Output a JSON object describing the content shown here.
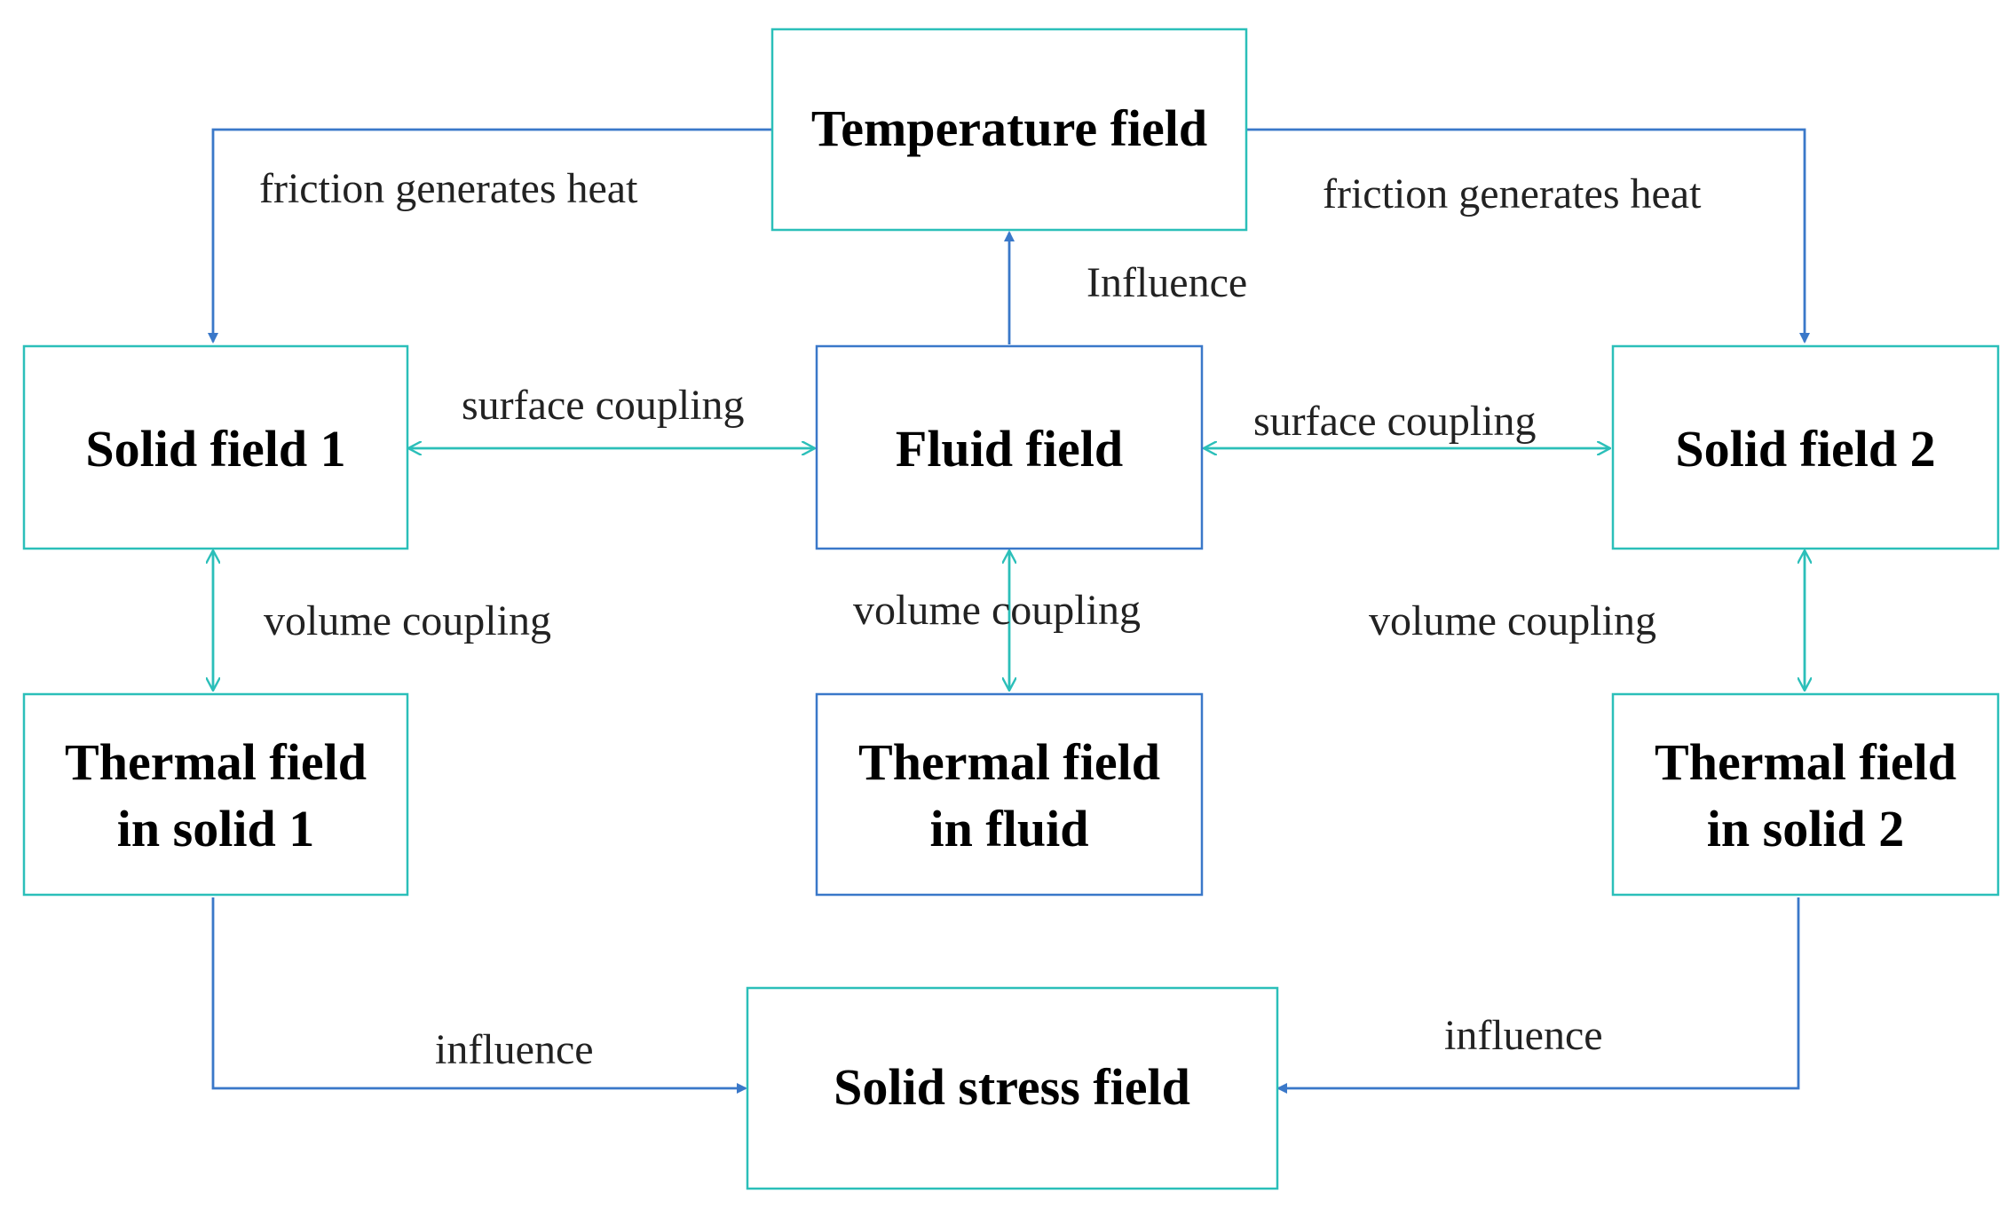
{
  "colors": {
    "box_border": "#2bbfb9",
    "box_border_blue": "#3a78c9",
    "arrow_blue": "#3a78c9",
    "arrow_teal": "#2bbfb9",
    "text": "#000000"
  },
  "nodes": {
    "temperature": {
      "label": "Temperature field"
    },
    "solid1": {
      "label": "Solid field 1"
    },
    "fluid": {
      "label": "Fluid field"
    },
    "solid2": {
      "label": "Solid field 2"
    },
    "thermal_solid1": {
      "line1": "Thermal field",
      "line2": "in solid 1"
    },
    "thermal_fluid": {
      "line1": "Thermal field",
      "line2": "in fluid"
    },
    "thermal_solid2": {
      "line1": "Thermal field",
      "line2": "in solid 2"
    },
    "stress": {
      "label": "Solid stress field"
    }
  },
  "edges": {
    "temp_to_solid1": "friction generates heat",
    "temp_to_solid2": "friction generates heat",
    "fluid_to_temp": "Influence",
    "solid1_fluid": "surface coupling",
    "fluid_solid2": "surface coupling",
    "solid1_thermal": "volume coupling",
    "fluid_thermal": "volume coupling",
    "solid2_thermal": "volume coupling",
    "thermal1_stress": "influence",
    "thermal2_stress": "influence"
  }
}
